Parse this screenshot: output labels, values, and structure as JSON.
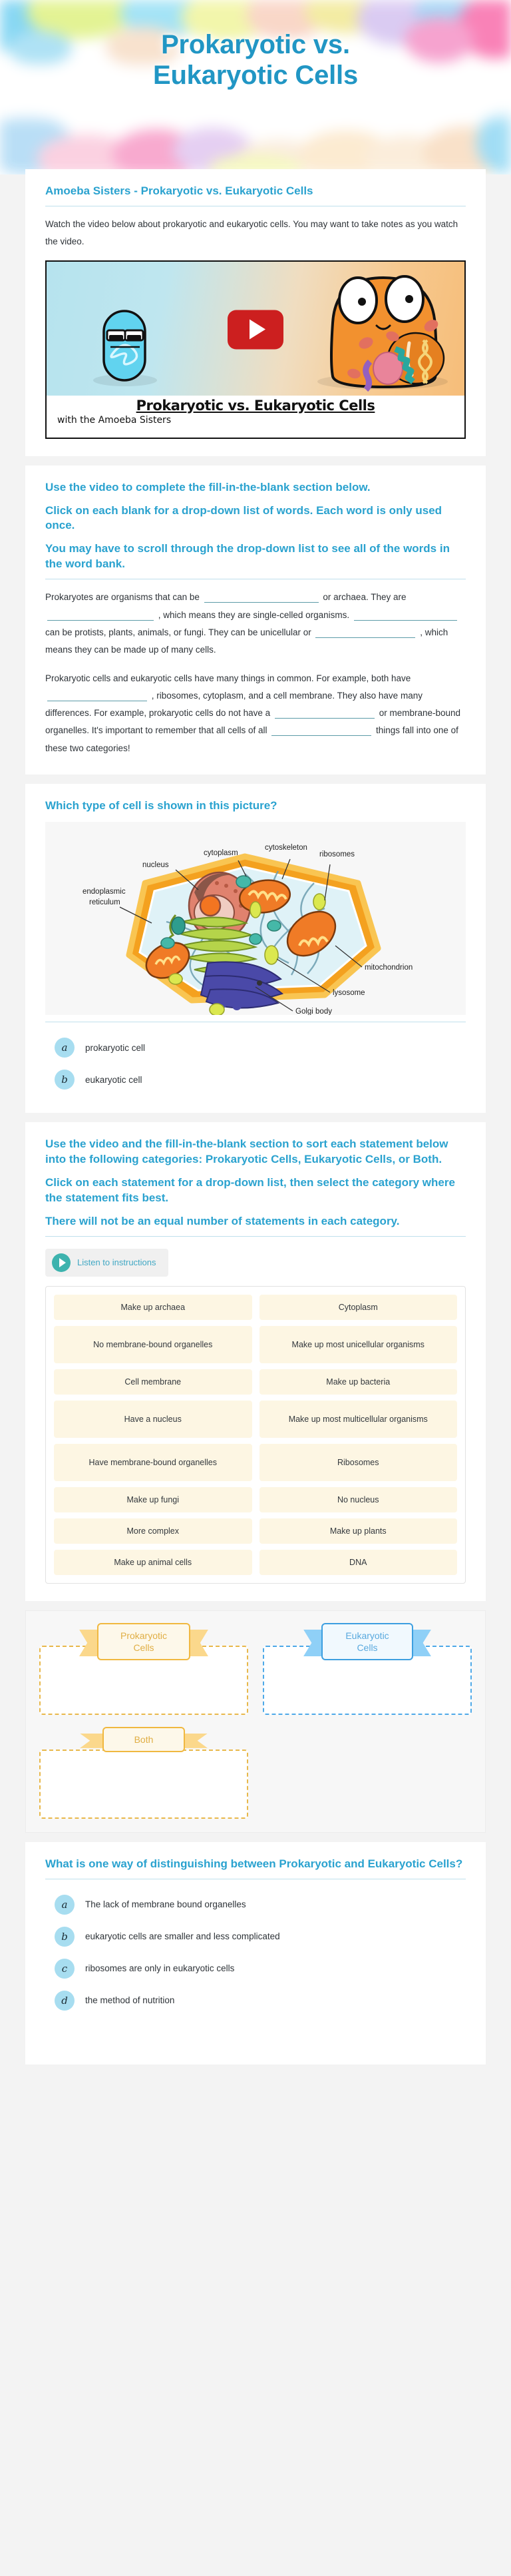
{
  "header": {
    "title_line1": "Prokaryotic vs.",
    "title_line2": "Eukaryotic Cells"
  },
  "video_section": {
    "title": "Amoeba Sisters - Prokaryotic vs. Eukaryotic Cells",
    "description": "Watch the video below about prokaryotic and eukaryotic cells. You may want to take notes as you watch the video.",
    "thumbnail_title": "Prokaryotic vs. Eukaryotic Cells",
    "thumbnail_subtitle": "with the Amoeba Sisters",
    "play_icon": "play-icon"
  },
  "fill_in_blank": {
    "instruction_1": "Use the video to complete the fill-in-the-blank section below.",
    "instruction_2": "Click on each blank for a drop-down list of words. Each word is only used once.",
    "instruction_3": "You may have to scroll through the drop-down list to see all of the words in the word bank.",
    "p1_a": "Prokaryotes are organisms that can be",
    "p1_b": "or archaea. They are",
    "p1_c": ", which means they are single-celled organisms.",
    "p1_d": "can be protists, plants, animals, or fungi. They can be unicellular or",
    "p1_e": ", which means they can be made up of many cells.",
    "p2_a": "Prokaryotic cells and eukaryotic cells have many things in common. For example, both have",
    "p2_b": ", ribosomes, cytoplasm, and a cell membrane. They also have many differences. For example, prokaryotic cells do not have a",
    "p2_c": "or membrane-bound organelles. It's important to remember that all cells of all",
    "p2_d": "things fall into one of these two categories!"
  },
  "picture_question": {
    "title": "Which type of cell is shown in this picture?",
    "diagram_labels": [
      "cytoplasm",
      "cytoskeleton",
      "ribosomes",
      "nucleus",
      "endoplasmic reticulum",
      "mitochondrion",
      "lysosome",
      "Golgi body"
    ],
    "options": [
      {
        "letter": "a",
        "text": "prokaryotic cell"
      },
      {
        "letter": "b",
        "text": "eukaryotic cell"
      }
    ]
  },
  "sorting_section": {
    "instruction_1": "Use the video and the fill-in-the-blank section to sort each statement below into the following categories: Prokaryotic Cells, Eukaryotic Cells, or Both.",
    "instruction_2": "Click on each statement for a drop-down list, then select the category where the statement fits best.",
    "instruction_3": "There will not be an equal number of statements in each category.",
    "listen_button": "Listen to instructions",
    "listen_icon": "play-circle-icon",
    "statements": [
      "Make up archaea",
      "Cytoplasm",
      "No membrane-bound organelles",
      "Make up most unicellular organisms",
      "Cell membrane",
      "Make up bacteria",
      "Have a nucleus",
      "Make up most multicellular organisms",
      "Have membrane-bound organelles",
      "Ribosomes",
      "Make up fungi",
      "No nucleus",
      "More complex",
      "Make up plants",
      "Make up animal cells",
      "DNA"
    ],
    "categories": [
      {
        "label": "Prokaryotic Cells",
        "color": "#f0b840"
      },
      {
        "label": "Eukaryotic Cells",
        "color": "#3d9fe0"
      },
      {
        "label": "Both",
        "color": "#f0b840"
      }
    ]
  },
  "final_question": {
    "title": "What is one way of distinguishing between Prokaryotic and Eukaryotic Cells?",
    "options": [
      {
        "letter": "a",
        "text": "The lack of membrane bound organelles"
      },
      {
        "letter": "b",
        "text": "eukaryotic cells are smaller and less complicated"
      },
      {
        "letter": "c",
        "text": "ribosomes are only in eukaryotic cells"
      },
      {
        "letter": "d",
        "text": "the method of nutrition"
      }
    ]
  },
  "colors": {
    "accent_blue": "#2aa2cf",
    "badge_blue": "#a7ddf0",
    "tile_cream": "#fdf6e3",
    "ribbon_yellow": "#f0b840",
    "ribbon_blue": "#3d9fe0"
  }
}
